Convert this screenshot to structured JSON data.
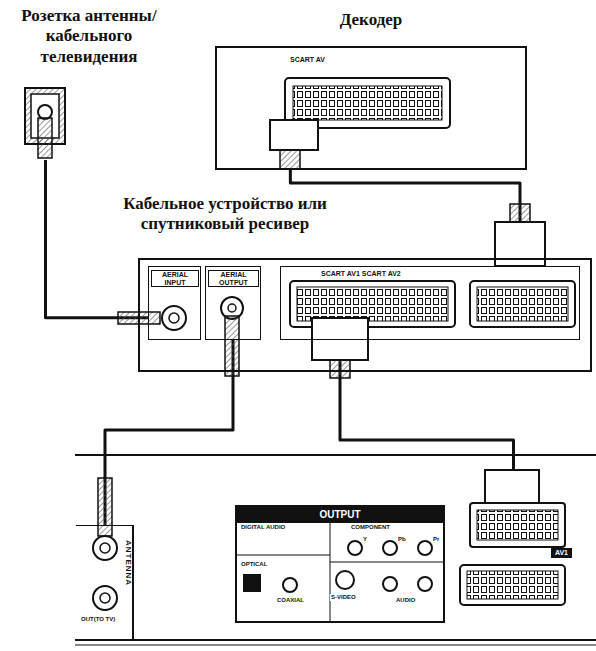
{
  "diagram": {
    "nodes": [
      {
        "text": [
          "Розетка антенны/кабельного телевидения"
        ]
      },
      {
        "text": [
          "Декодер",
          "SCART AV"
        ]
      },
      {
        "text": [
          "Кабельное устройство или спутниковый ресивер"
        ]
      },
      {
        "text": [
          "AERIAL INPUT"
        ],
        "in": 2
      },
      {
        "text": [
          "AERIAL OUTPUT"
        ],
        "in": 2
      },
      {
        "text": [
          "SCART AV1 SCART AV2"
        ],
        "in": 2
      },
      {
        "text": [
          "ANTENNA"
        ]
      },
      {
        "text": [
          "OUTPUT"
        ]
      },
      {
        "text": [
          "AV1"
        ]
      }
    ],
    "edges": [
      {
        "from": 0,
        "to": 3,
        "arrow": "none"
      },
      {
        "from": 4,
        "to": 6,
        "arrow": "none"
      },
      {
        "from": 1,
        "to": 5,
        "arrow": "none"
      },
      {
        "from": 5,
        "to": 8,
        "arrow": "none"
      }
    ],
    "labels": [
      "OUT(TO TV)",
      "DIGITAL AUDIO",
      "COMPONENT",
      "Y",
      "Pb",
      "Pr",
      "OPTICAL",
      "COAXIAL",
      "S-VIDEO",
      "AUDIO"
    ]
  }
}
